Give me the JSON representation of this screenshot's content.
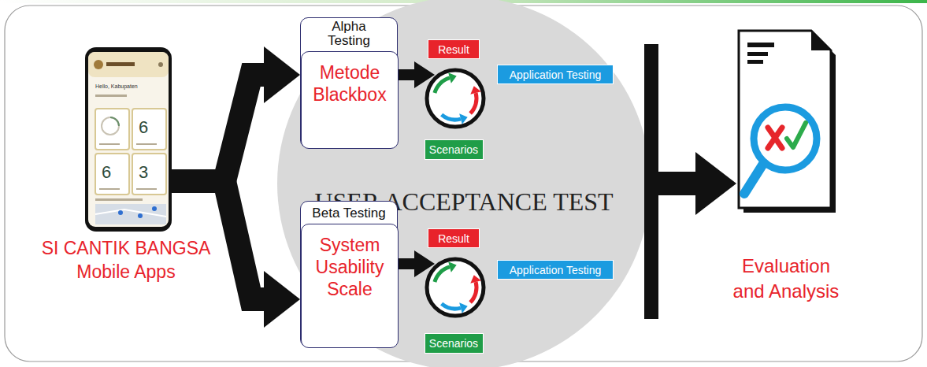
{
  "diagram": {
    "nodes": [
      {
        "text": [
          "SI CANTIK BANGSA Mobile Apps"
        ]
      },
      {
        "text": [
          "USER ACCEPTANCE TEST"
        ]
      },
      {
        "text": [
          "Alpha Testing"
        ],
        "in": 1
      },
      {
        "text": [
          "Metode Blackbox"
        ],
        "in": 2
      },
      {
        "text": [
          "Result"
        ],
        "in": 1
      },
      {
        "text": [
          "Application Testing"
        ],
        "in": 1
      },
      {
        "text": [
          "Scenarios"
        ],
        "in": 1
      },
      {
        "text": [
          "Beta Testing"
        ],
        "in": 1
      },
      {
        "text": [
          "System Usability Scale"
        ],
        "in": 7
      },
      {
        "text": [
          "Result"
        ],
        "in": 1
      },
      {
        "text": [
          "Application Testing"
        ],
        "in": 1
      },
      {
        "text": [
          "Scenarios"
        ],
        "in": 1
      },
      {
        "text": [
          "Evaluation and Analysis"
        ]
      }
    ],
    "edges": [
      {
        "from": 0,
        "to": 2,
        "arrow": "to"
      },
      {
        "from": 0,
        "to": 7,
        "arrow": "to"
      },
      {
        "from": 1,
        "to": 12,
        "arrow": "to"
      }
    ],
    "labels": [
      "Hello, Kabupaten",
      "6",
      "6",
      "3"
    ]
  }
}
